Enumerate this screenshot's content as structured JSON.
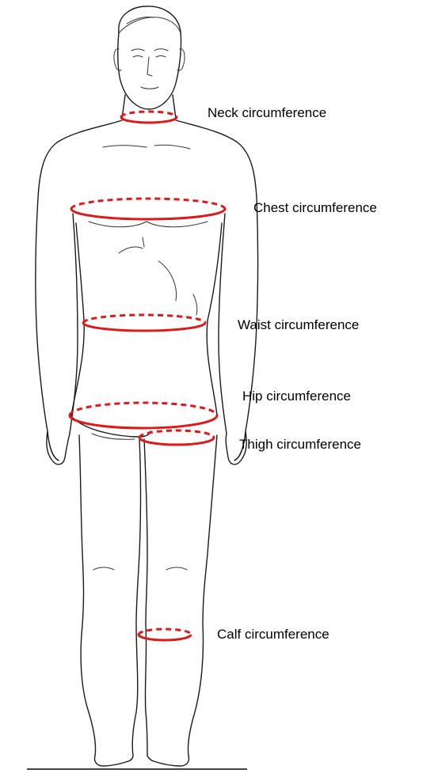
{
  "labels": {
    "neck": "Neck circumference",
    "chest": "Chest circumference",
    "waist": "Waist circumference",
    "hip": "Hip circumference",
    "thigh": "Thigh circumference",
    "calf": "Calf circumference"
  },
  "colors": {
    "ring": "#e01818",
    "outline": "#1a1a1a"
  }
}
